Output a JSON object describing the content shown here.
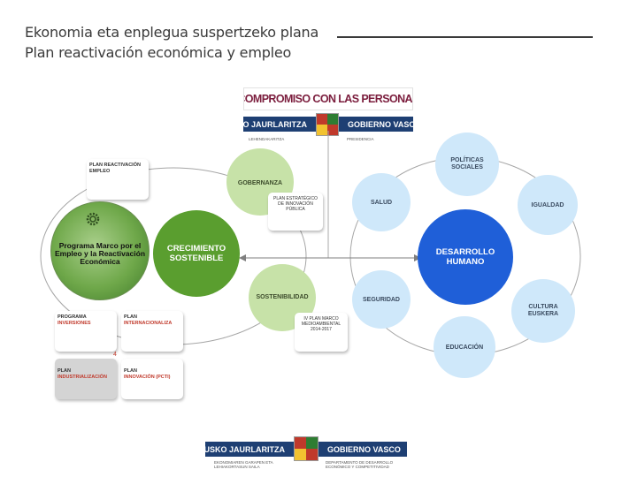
{
  "header": {
    "title_line1": "Ekonomia eta enplegua suspertzeko plana",
    "title_line2": "Plan reactivación económica y empleo"
  },
  "logo_top": {
    "slogan": "¡COMPROMISO CON LAS PERSONAS!",
    "gov_left": "EUSKO JAURLARITZA",
    "gov_right": "GOBIERNO VASCO",
    "sub_left": "LEHENDAKARITZA",
    "sub_right": "PRESIDENCIA"
  },
  "diagram": {
    "plan_reactivacion": "PLAN REACTIVACIÓN EMPLEO",
    "gobernanza": "GOBERNANZA",
    "plan_estrategico": "PLAN ESTRATÉGICO DE INNOVACIÓN PÚBLICA",
    "crecimiento": "CRECIMIENTO SOSTENIBLE",
    "programa_marco": "Programa Marco por el Empleo y la Reactivación Económica",
    "sostenibilidad": "SOSTENIBILIDAD",
    "iv_plan": "IV PLAN MARCO MEDIOAMBIENTAL 2014-2017",
    "politicas_sociales": "POLÍTICAS SOCIALES",
    "salud": "SALUD",
    "igualdad": "IGUALDAD",
    "desarrollo_humano": "DESARROLLO HUMANO",
    "seguridad": "SEGURIDAD",
    "cultura_euskera": "CULTURA EUSKERA",
    "educacion": "EDUCACIÓN",
    "programa_inversiones_a": "PROGRAMA",
    "programa_inversiones_b": "INVERSIONES",
    "plan_internacionaliza_a": "PLAN",
    "plan_internacionaliza_b": "INTERNACIONALIZA",
    "plan_industrializacion_a": "PLAN",
    "plan_industrializacion_b": "INDUSTRIALIZACIÓN",
    "plan_innovacion_a": "PLAN",
    "plan_innovacion_b": "INNOVACIÓN (PCTI)",
    "marker": "4"
  },
  "logo_bottom": {
    "gov_left": "EUSKO JAURLARITZA",
    "gov_right": "GOBIERNO VASCO",
    "sub_left": "EKONOMIAREN GARAPEN ETA LEHIAKORTASUN SAILA",
    "sub_right": "DEPARTAMENTO DE DESARROLLO ECONÓMICO Y COMPETITIVIDAD"
  },
  "colors": {
    "dark_green": "#5a9e2f",
    "dark_blue": "#1f5fd8",
    "light_green": "#c7e2a8",
    "light_blue": "#cfe8fa",
    "gov_blue": "#1e3f73",
    "slogan": "#7b1d3d"
  }
}
